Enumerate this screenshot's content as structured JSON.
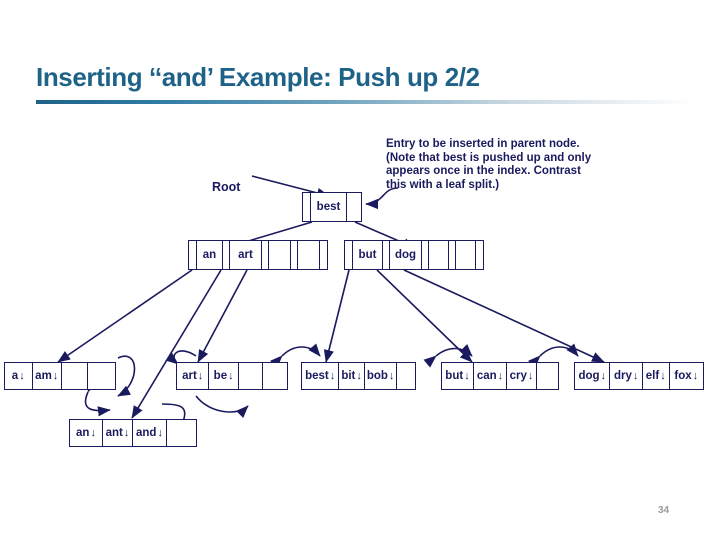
{
  "slide": {
    "title": "Inserting ‘‘and’ Example: Push up 2/2",
    "page_number": "34",
    "accent_color": "#1F6288",
    "ink_color": "#1A1A5E"
  },
  "note": {
    "lines": [
      "Entry to be inserted in parent node.",
      "(Note that best is pushed up and only",
      "appears once in the index. Contrast",
      "this with a leaf split.)"
    ]
  },
  "labels": {
    "root": "Root"
  },
  "tree": {
    "root_node": {
      "name": "root-node",
      "cells": [
        {
          "type": "pointer",
          "text": ""
        },
        {
          "type": "key",
          "text": "best"
        },
        {
          "type": "pointer",
          "text": ""
        }
      ]
    },
    "internal_nodes": [
      {
        "name": "internal-node-left",
        "cells": [
          {
            "type": "pointer",
            "text": ""
          },
          {
            "type": "key",
            "text": "an"
          },
          {
            "type": "pointer",
            "text": ""
          },
          {
            "type": "key",
            "text": "art"
          },
          {
            "type": "pointer",
            "text": ""
          },
          {
            "type": "key",
            "text": ""
          },
          {
            "type": "pointer",
            "text": ""
          },
          {
            "type": "key",
            "text": ""
          },
          {
            "type": "pointer",
            "text": ""
          }
        ]
      },
      {
        "name": "internal-node-right",
        "cells": [
          {
            "type": "pointer",
            "text": ""
          },
          {
            "type": "key",
            "text": "but"
          },
          {
            "type": "pointer",
            "text": ""
          },
          {
            "type": "key",
            "text": "dog"
          },
          {
            "type": "pointer",
            "text": ""
          },
          {
            "type": "key",
            "text": ""
          },
          {
            "type": "pointer",
            "text": ""
          },
          {
            "type": "key",
            "text": ""
          },
          {
            "type": "pointer",
            "text": ""
          }
        ]
      }
    ],
    "leaf_nodes": [
      {
        "name": "leaf-node-1",
        "entries": [
          "a",
          "am",
          "",
          ""
        ]
      },
      {
        "name": "leaf-node-2",
        "entries": [
          "art",
          "be",
          "",
          ""
        ]
      },
      {
        "name": "leaf-node-3",
        "entries": [
          "best",
          "bit",
          "bob",
          ""
        ]
      },
      {
        "name": "leaf-node-4",
        "entries": [
          "but",
          "can",
          "cry",
          ""
        ]
      },
      {
        "name": "leaf-node-5",
        "entries": [
          "dog",
          "dry",
          "elf",
          "fox"
        ]
      },
      {
        "name": "leaf-node-6",
        "entries": [
          "an",
          "ant",
          "and",
          ""
        ]
      }
    ],
    "entry_arrow_glyph": "↓"
  }
}
